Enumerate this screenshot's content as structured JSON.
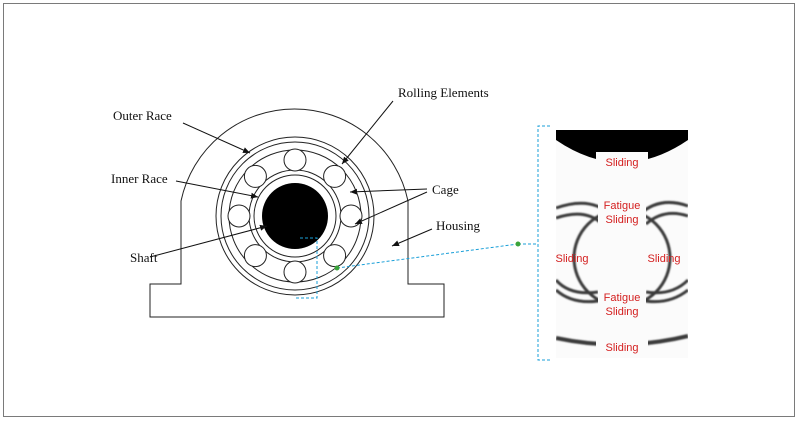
{
  "diagram": {
    "labels": {
      "outer_race": "Outer Race",
      "rolling_elements": "Rolling Elements",
      "inner_race": "Inner Race",
      "cage": "Cage",
      "housing": "Housing",
      "shaft": "Shaft"
    },
    "zoom_labels": {
      "sliding_top": "Sliding",
      "fatigue_top_1": "Fatigue",
      "fatigue_top_2": "Sliding",
      "sliding_left": "Sliding",
      "sliding_right": "Sliding",
      "fatigue_bottom_1": "Fatigue",
      "fatigue_bottom_2": "Sliding",
      "sliding_bottom": "Sliding"
    },
    "colors": {
      "zoom_connector": "#1a9fd8",
      "marker": "#3aa33a",
      "annotation_text": "#d42020"
    }
  }
}
